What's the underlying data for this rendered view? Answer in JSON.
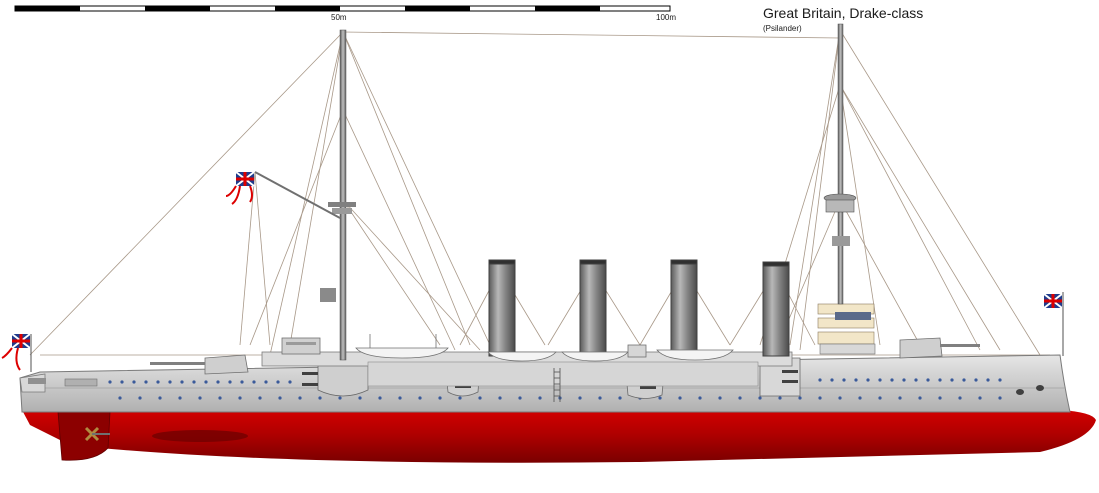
{
  "title": "Great Britain, Drake-class",
  "subtitle": "(Psilander)",
  "scale_bar": {
    "labels": [
      "50m",
      "100m"
    ],
    "marks_m": [
      50,
      100
    ]
  },
  "colors": {
    "hull_grey": "#c8c8c8",
    "hull_red": "#b40000",
    "funnel": "#808080",
    "deck_white": "#f0f0f0",
    "rigging": "#a09080",
    "porthole": "#3a5a9a"
  },
  "flags": [
    "union-flag",
    "union-flag",
    "union-flag"
  ]
}
